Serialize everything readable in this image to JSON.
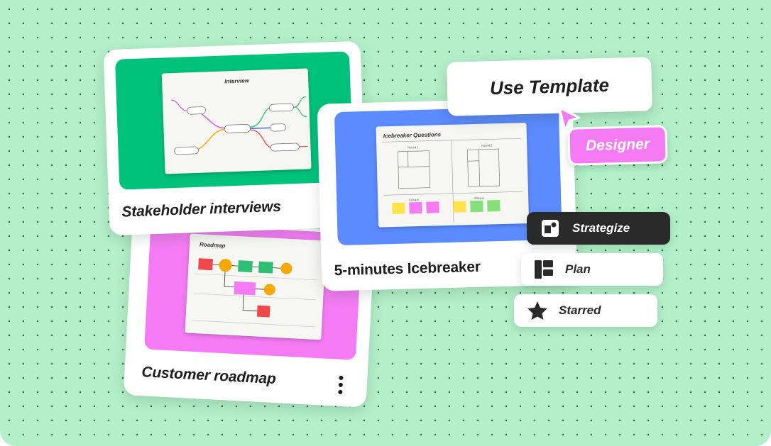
{
  "cards": {
    "stakeholder": {
      "title": "Stakeholder interviews",
      "thumb_title": "Interview",
      "color": "#00c27a"
    },
    "roadmap": {
      "title": "Customer roadmap",
      "thumb_title": "Roadmap",
      "color": "#f47bf4"
    },
    "icebreaker": {
      "title": "5-minutes Icebreaker",
      "thumb_title": "Icebreaker Questions",
      "color": "#5b8bff",
      "round1": "Round 1",
      "round2": "Round 2",
      "critique1": "Critique",
      "critique2": "Critique"
    }
  },
  "use_template": {
    "label": "Use Template"
  },
  "cursor_tag": {
    "label": "Designer",
    "color": "#f47bf4"
  },
  "categories": [
    {
      "label": "Strategize",
      "icon": "strategize-icon",
      "active": true
    },
    {
      "label": "Plan",
      "icon": "plan-icon",
      "active": false
    },
    {
      "label": "Starred",
      "icon": "star-icon",
      "active": false
    }
  ],
  "colors": {
    "background": "#b3efc9",
    "dark": "#2a2a2a",
    "sticky_yellow": "#ffe34d",
    "sticky_pink": "#f47bf4",
    "sticky_green": "#86e07a",
    "sticky_red": "#f0484b",
    "orange": "#f6a800"
  }
}
